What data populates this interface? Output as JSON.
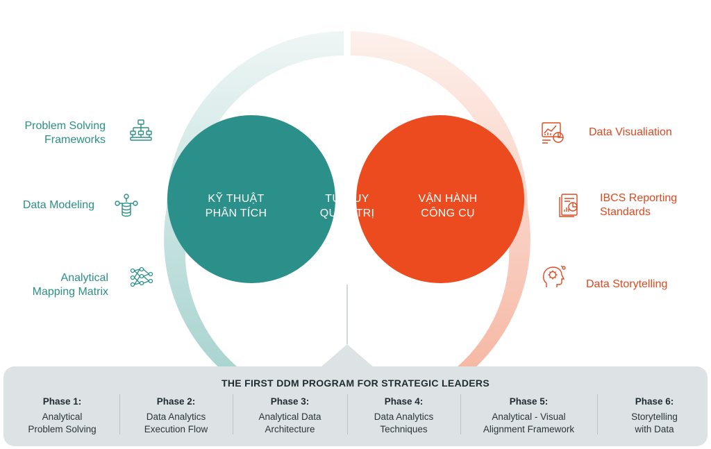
{
  "venn": {
    "left_label": "KỸ THUẬT\nPHÂN TÍCH",
    "center_label": "TƯ DUY\nQUẢN TRỊ",
    "right_label": "VẬN HÀNH\nCÔNG CỤ",
    "colors": {
      "left": "#2b9089",
      "center": "#0f2b36",
      "right": "#ec4a1f",
      "left_ring": "#bddedb",
      "right_ring": "#f8cdbf"
    }
  },
  "left_items": [
    {
      "label": "Problem Solving\nFrameworks",
      "icon": "org-chart-icon"
    },
    {
      "label": "Data Modeling",
      "icon": "database-network-icon"
    },
    {
      "label": "Analytical\nMapping Matrix",
      "icon": "neural-network-icon"
    }
  ],
  "right_items": [
    {
      "label": "Data Visualiation",
      "icon": "chart-dashboard-icon"
    },
    {
      "label": "IBCS Reporting\nStandards",
      "icon": "report-document-icon"
    },
    {
      "label": "Data Storytelling",
      "icon": "head-gear-icon"
    }
  ],
  "program": {
    "title": "THE FIRST DDM PROGRAM FOR STRATEGIC LEADERS",
    "phases": [
      {
        "name": "Phase 1:",
        "desc": "Analytical\nProblem Solving"
      },
      {
        "name": "Phase 2:",
        "desc": "Data Analytics\nExecution Flow"
      },
      {
        "name": "Phase 3:",
        "desc": "Analytical Data\nArchitecture"
      },
      {
        "name": "Phase 4:",
        "desc": "Data Analytics\nTechniques"
      },
      {
        "name": "Phase 5:",
        "desc": "Analytical - Visual\nAlignment Framework"
      },
      {
        "name": "Phase 6:",
        "desc": "Storytelling\nwith Data"
      }
    ]
  }
}
